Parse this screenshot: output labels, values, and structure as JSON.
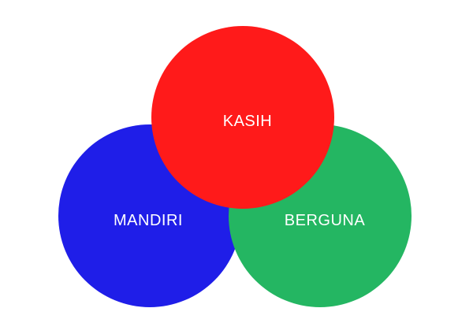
{
  "diagram": {
    "circles": [
      {
        "label": "MANDIRI",
        "color": "#1f1ee8"
      },
      {
        "label": "BERGUNA",
        "color": "#24b662"
      },
      {
        "label": "KASIH",
        "color": "#ff1a1a"
      }
    ]
  }
}
